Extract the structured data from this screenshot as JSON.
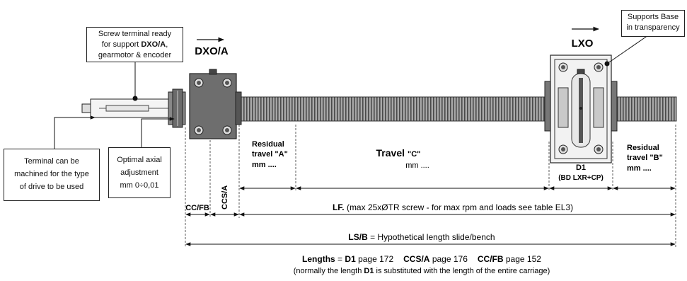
{
  "callouts": {
    "screw_terminal": {
      "line1": "Screw terminal ready",
      "line2_pre": "for support ",
      "line2_bold": "DXO/A",
      "line2_post": ",",
      "line3": "gearmotor & encoder"
    },
    "supports_base": {
      "line1": "Supports Base",
      "line2": "in transparency"
    },
    "terminal_machined": {
      "line1": "Terminal can be",
      "line2": "machined for the type",
      "line3": "of drive to be used"
    },
    "optimal_axial": {
      "line1": "Optimal axial",
      "line2": "adjustment",
      "line3": "mm 0÷0,01"
    }
  },
  "labels": {
    "dxo_a": "DXO/A",
    "lxo": "LXO",
    "residual_a_1": "Residual",
    "residual_a_2": "travel \"A\"",
    "residual_a_3": "mm ....",
    "travel_c_1": "Travel",
    "travel_c_2": "\"C\"",
    "travel_c_3": "mm ....",
    "d1_1": "D1",
    "d1_2": "(BD LXR+CP)",
    "residual_b_1": "Residual",
    "residual_b_2": "travel \"B\"",
    "residual_b_3": "mm ....",
    "cc_fb": "CC/FB",
    "ccs_a": "CCS/A",
    "lf_bold": "LF.",
    "lf_rest": " (max 25xØTR screw - for max rpm and loads see table EL3)",
    "lsb_bold": "LS/B",
    "lsb_rest": " = Hypothetical length slide/bench"
  },
  "footer": {
    "lengths_bold": "Lengths",
    "eq": " = ",
    "d1_bold": "D1",
    "d1_page": " page 172",
    "ccsa_bold": "CCS/A",
    "ccsa_page": " page 176",
    "ccfb_bold": "CC/FB",
    "ccfb_page": " page 152",
    "note_pre": "(normally the length ",
    "note_bold": "D1",
    "note_post": " is substituted with the length of the entire carriage)"
  },
  "colors": {
    "ink": "#111111",
    "block_fill": "#6e6e6e",
    "screw_fill": "#9a9a9a",
    "carriage_fill": "#f2f2f2"
  }
}
